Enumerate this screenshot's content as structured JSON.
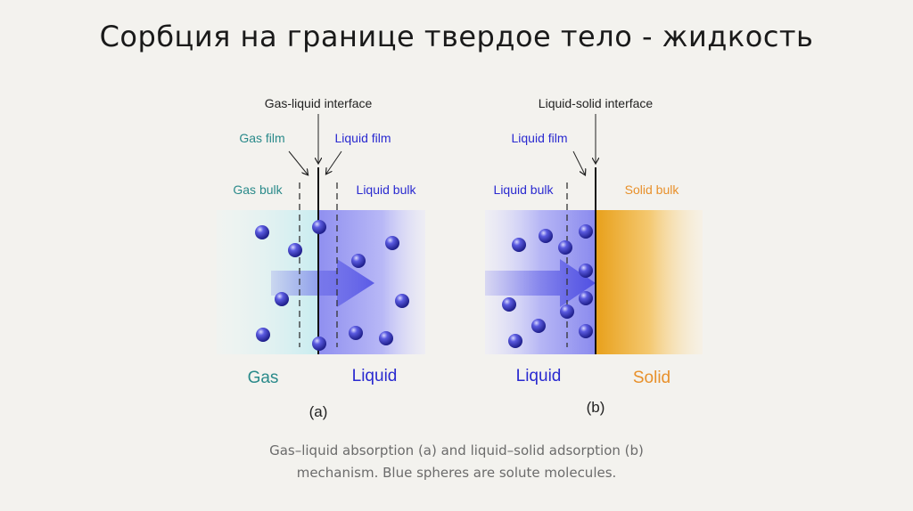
{
  "title": "Сорбция на границе твердое тело - жидкость",
  "caption": {
    "line1": "Gas–liquid absorption (a) and liquid–solid adsorption (b)",
    "line2": "mechanism. Blue spheres are solute molecules."
  },
  "panel_a": {
    "interface_label": "Gas-liquid interface",
    "gas_film_label": "Gas film",
    "liquid_film_label": "Liquid film",
    "gas_bulk_label": "Gas bulk",
    "liquid_bulk_label": "Liquid bulk",
    "phase_left": "Gas",
    "phase_right": "Liquid",
    "panel_id": "(a)"
  },
  "panel_b": {
    "interface_label": "Liquid-solid interface",
    "liquid_film_label": "Liquid film",
    "liquid_bulk_label": "Liquid bulk",
    "solid_bulk_label": "Solid bulk",
    "phase_left": "Liquid",
    "phase_right": "Solid",
    "panel_id": "(b)"
  },
  "colors": {
    "gas_text": "#2a8a8a",
    "liquid_text": "#2a2ad0",
    "solid_text": "#e8902a",
    "sphere": "#3636c8"
  }
}
